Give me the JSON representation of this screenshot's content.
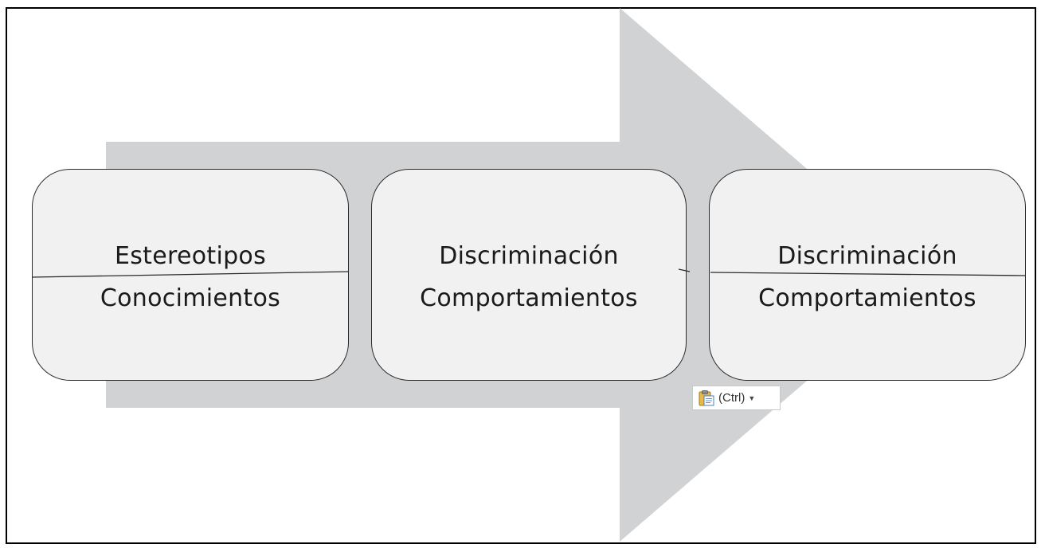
{
  "diagram": {
    "arrow_color": "#d1d2d4",
    "box_fill": "#f1f1f1",
    "boxes": [
      {
        "top": "Estereotipos",
        "bottom": "Conocimientos"
      },
      {
        "top": "Discriminación",
        "bottom": "Comportamientos"
      },
      {
        "top": "Discriminación",
        "bottom": "Comportamientos"
      }
    ]
  },
  "paste_options": {
    "label": "(Ctrl)",
    "icon": "clipboard-paste-icon"
  }
}
